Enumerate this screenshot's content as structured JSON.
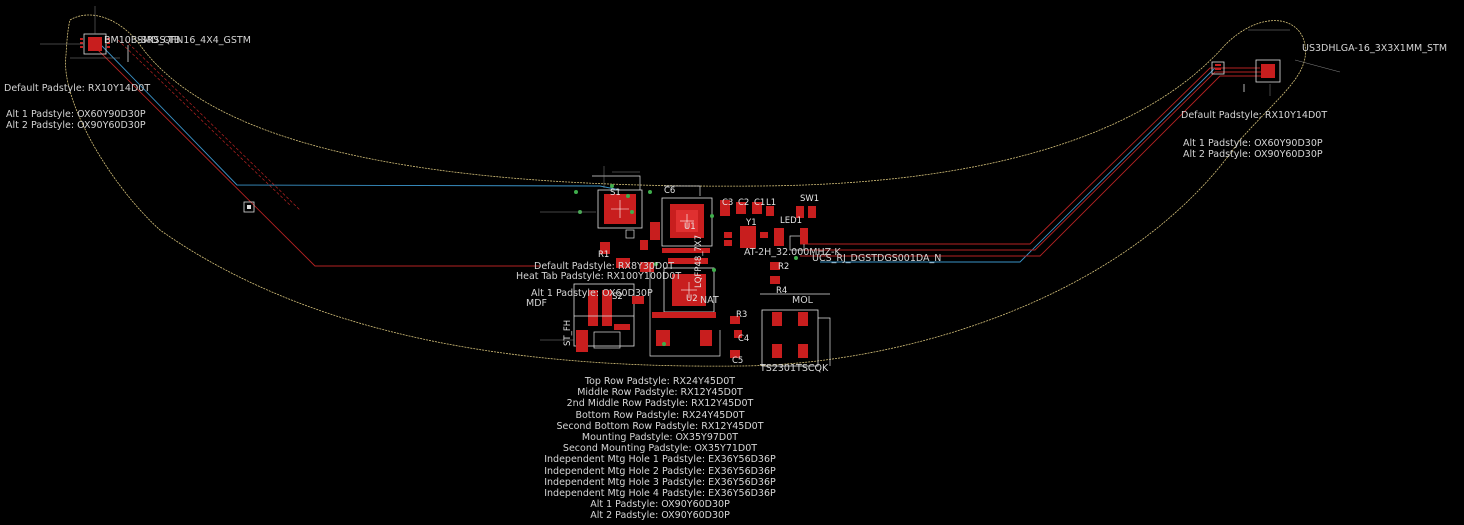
{
  "colors": {
    "background": "#000000",
    "outline": "#d6c27a",
    "copper_top": "#d01e1e",
    "trace_blue": "#3a93c8",
    "trace_red": "#b52222",
    "silk": "#e0e0e0"
  },
  "left_connector": {
    "part": "BM10B-SRSS-TB",
    "footprint": "SMD_QFN16_4X4_GSTM",
    "default_padstyle": "Default Padstyle: RX10Y14D0T",
    "alt1_padstyle": "Alt 1 Padstyle: OX60Y90D30P",
    "alt2_padstyle": "Alt 2 Padstyle: OX90Y60D30P"
  },
  "right_connector": {
    "footprint": "US3DHLGA-16_3X3X1MM_STM",
    "default_padstyle": "Default Padstyle: RX10Y14D0T",
    "alt1_padstyle": "Alt 1 Padstyle: OX60Y90D30P",
    "alt2_padstyle": "Alt 2 Padstyle: OX90Y60D30P"
  },
  "center": {
    "default_padstyle": "Default Padstyle: RX8Y30D0T",
    "heat_tab_padstyle": "Heat Tab Padstyle: RX100Y100D0T",
    "alt1_padstyle": "Alt 1 Padstyle: OX60D30P",
    "mdf_label": "MDF",
    "st_label": "ST_FH",
    "usb_part": "UCS_RJ_DGSTDGS001DA_N",
    "lqfp_part": "LQFP48_7X7",
    "crystal": "AT-2H_32.000MHZ-K",
    "pushbutton": "TS2301TSCQK",
    "nat_label": "NAT",
    "mol_label": "MOL",
    "refdes": [
      "R1",
      "R2",
      "R3",
      "R4",
      "C1",
      "C2",
      "C3",
      "C4",
      "C5",
      "C6",
      "L1",
      "U1",
      "U2",
      "Y1",
      "LED1",
      "SW1",
      "S1",
      "S2"
    ]
  },
  "padstyle_list": [
    "Top Row Padstyle: RX24Y45D0T",
    "Middle Row Padstyle: RX12Y45D0T",
    "2nd Middle Row Padstyle: RX12Y45D0T",
    "Bottom Row Padstyle: RX24Y45D0T",
    "Second Bottom Row Padstyle: RX12Y45D0T",
    "Mounting Padstyle: OX35Y97D0T",
    "Second Mounting Padstyle: OX35Y71D0T",
    "Independent Mtg Hole 1 Padstyle: EX36Y56D36P",
    "Independent Mtg Hole 2 Padstyle: EX36Y56D36P",
    "Independent Mtg Hole 3 Padstyle: EX36Y56D36P",
    "Independent Mtg Hole 4 Padstyle: EX36Y56D36P",
    "Alt 1 Padstyle: OX90Y60D30P",
    "Alt 2 Padstyle: OX90Y60D30P"
  ]
}
